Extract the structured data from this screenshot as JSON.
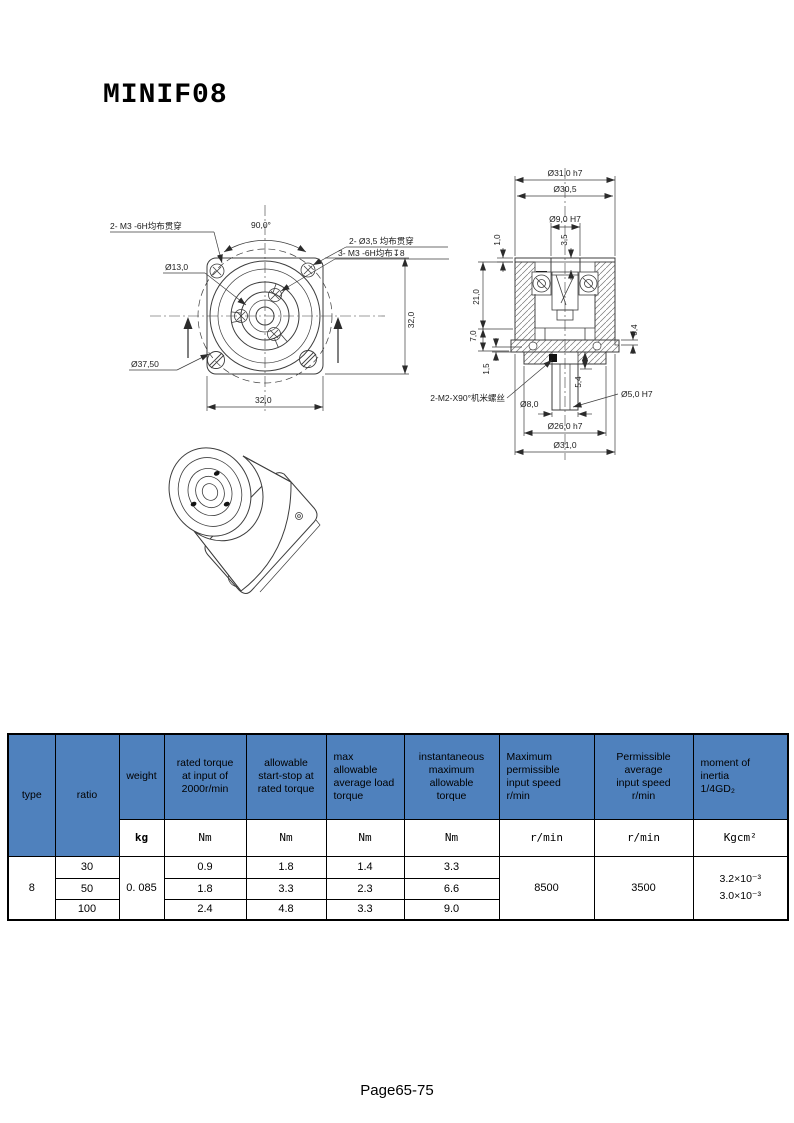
{
  "page": {
    "title": "MINIF08",
    "footer": "Page65-75"
  },
  "drawings": {
    "front_view": {
      "angle_label": "90,0°",
      "tap_holes_label": "2- M3 -6H均布贯穿",
      "through_holes_label": "2- Ø3,5 均布贯穿",
      "face_tap_label": "3- M3 -6H均布↧8",
      "pilot_dia_label": "Ø13,0",
      "bolt_circle_label": "Ø37,50",
      "width_label": "32,0",
      "height_label": "32,0"
    },
    "section_view": {
      "outer_dia_top": "Ø31,0 h7",
      "pilot_dia_top": "Ø30,5",
      "input_bore": "Ø9,0 H7",
      "plate_thickness": "1,0",
      "bore_depth": "3,5",
      "body_height": "21,0",
      "flange_height": "7,0",
      "step_height": "1,5",
      "lip_height": "0,4",
      "shaft_depth": "5,4",
      "output_bore": "Ø5,0 H7",
      "shaft_dia": "Ø8,0",
      "boss_dia": "Ø26,0 h7",
      "outer_dia_bottom": "Ø31,0",
      "set_screw_label": "2-M2-X90°机米螺丝"
    }
  },
  "table": {
    "accent_color": "#4f81bd",
    "header": {
      "type": "type",
      "ratio": "ratio",
      "weight": "weight",
      "rated_torque": "rated torque\nat input of\n2000r/min",
      "start_stop": "allowable\nstart-stop at\nrated torque",
      "avg_load": "max\nallowable\naverage load\ntorque",
      "instant_max": "instantaneous\nmaximum\nallowable\ntorque",
      "max_speed": "Maximum\npermissible\ninput speed\nr/min",
      "avg_speed": "Permissible\naverage\ninput speed\nr/min",
      "inertia": "moment of\ninertia\n1/4GD₂"
    },
    "units": {
      "weight": "kg",
      "torque": "Nm",
      "speed": "r/min",
      "inertia": "Kgcm²"
    },
    "body": {
      "type": "8",
      "weight": "0. 085",
      "rows": [
        {
          "ratio": "30",
          "rated": "0.9",
          "start_stop": "1.8",
          "avg_load": "1.4",
          "instant": "3.3"
        },
        {
          "ratio": "50",
          "rated": "1.8",
          "start_stop": "3.3",
          "avg_load": "2.3",
          "instant": "6.6"
        },
        {
          "ratio": "100",
          "rated": "2.4",
          "start_stop": "4.8",
          "avg_load": "3.3",
          "instant": "9.0"
        }
      ],
      "max_speed": "8500",
      "avg_speed": "3500",
      "inertia_values": "3.2×10⁻³\n3.0×10⁻³"
    }
  }
}
